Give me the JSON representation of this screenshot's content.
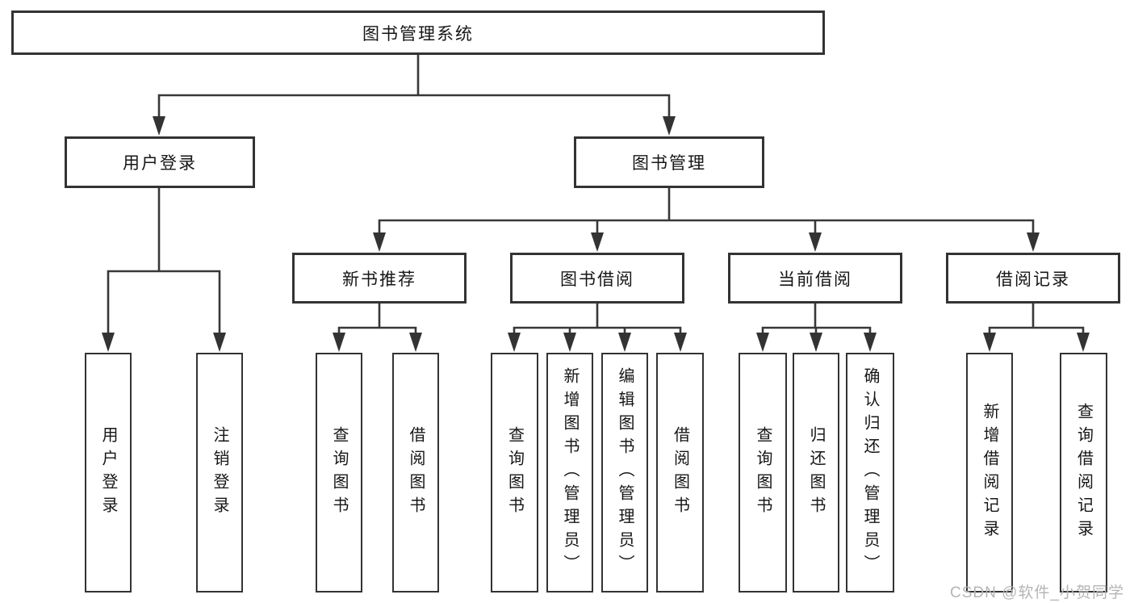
{
  "diagram": {
    "title": "图书管理系统",
    "type": "hierarchy-tree",
    "colors": {
      "background": "#ffffff",
      "box_border": "#333333",
      "line": "#383838",
      "arrow_fill": "#333333",
      "text": "#161616",
      "watermark": "#b5b5b5"
    },
    "tree": {
      "label": "图书管理系统",
      "children": [
        {
          "label": "用户登录",
          "children": [
            {
              "label": "用户登录"
            },
            {
              "label": "注销登录"
            }
          ]
        },
        {
          "label": "图书管理",
          "children": [
            {
              "label": "新书推荐",
              "children": [
                {
                  "label": "查询图书"
                },
                {
                  "label": "借阅图书"
                }
              ]
            },
            {
              "label": "图书借阅",
              "children": [
                {
                  "label": "查询图书"
                },
                {
                  "label": "新增图书（管理员）"
                },
                {
                  "label": "编辑图书（管理员）"
                },
                {
                  "label": "借阅图书"
                }
              ]
            },
            {
              "label": "当前借阅",
              "children": [
                {
                  "label": "查询图书"
                },
                {
                  "label": "归还图书"
                },
                {
                  "label": "确认归还（管理员）"
                }
              ]
            },
            {
              "label": "借阅记录",
              "children": [
                {
                  "label": "新增借阅记录"
                },
                {
                  "label": "查询借阅记录"
                }
              ]
            }
          ]
        }
      ]
    },
    "watermark": "CSDN @软件_小贺同学"
  }
}
